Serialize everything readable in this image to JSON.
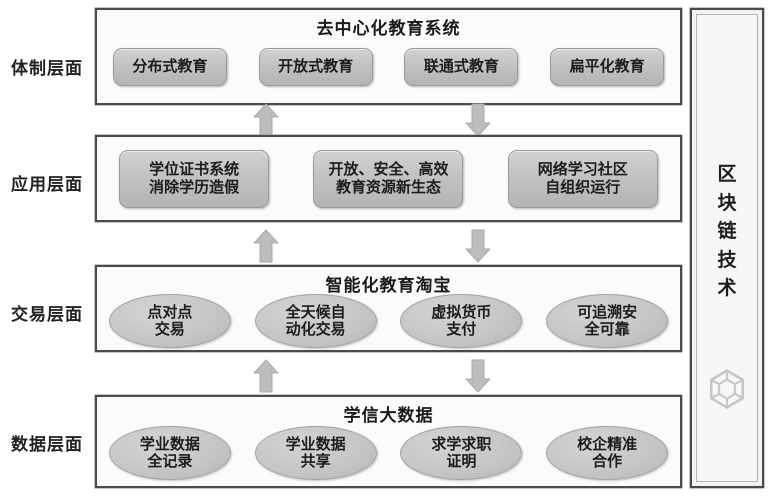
{
  "diagram": {
    "title_hidden": "",
    "layers": [
      {
        "label": "体制层面",
        "title": "去中心化教育系统",
        "node_shape": "rounded-rect",
        "nodes": [
          {
            "lines": [
              "分布式教育"
            ]
          },
          {
            "lines": [
              "开放式教育"
            ]
          },
          {
            "lines": [
              "联通式教育"
            ]
          },
          {
            "lines": [
              "扁平化教育"
            ]
          }
        ]
      },
      {
        "label": "应用层面",
        "title": "",
        "node_shape": "rounded-rect",
        "nodes": [
          {
            "lines": [
              "学位证书系统",
              "消除学历造假"
            ]
          },
          {
            "lines": [
              "开放、安全、高效",
              "教育资源新生态"
            ]
          },
          {
            "lines": [
              "网络学习社区",
              "自组织运行"
            ]
          }
        ]
      },
      {
        "label": "交易层面",
        "title": "智能化教育淘宝",
        "node_shape": "ellipse",
        "nodes": [
          {
            "lines": [
              "点对点",
              "交易"
            ]
          },
          {
            "lines": [
              "全天候自",
              "动化交易"
            ]
          },
          {
            "lines": [
              "虚拟货币",
              "支付"
            ]
          },
          {
            "lines": [
              "可追溯安",
              "全可靠"
            ]
          }
        ]
      },
      {
        "label": "数据层面",
        "title": "学信大数据",
        "node_shape": "ellipse",
        "nodes": [
          {
            "lines": [
              "学业数据",
              "全记录"
            ]
          },
          {
            "lines": [
              "学业数据",
              "共享"
            ]
          },
          {
            "lines": [
              "求学求职",
              "证明"
            ]
          },
          {
            "lines": [
              "校企精准",
              "合作"
            ]
          }
        ]
      }
    ],
    "connectors": [
      {
        "direction": "up",
        "between": "应用层面→体制层面"
      },
      {
        "direction": "down",
        "between": "体制层面→应用层面"
      },
      {
        "direction": "up",
        "between": "交易层面→应用层面"
      },
      {
        "direction": "down",
        "between": "应用层面→交易层面"
      },
      {
        "direction": "up",
        "between": "数据层面→交易层面"
      },
      {
        "direction": "down",
        "between": "交易层面→数据层面"
      }
    ],
    "sidebar": {
      "characters": [
        "区",
        "块",
        "链",
        "技",
        "术"
      ],
      "icon": "hexagon-blockchain-icon"
    },
    "colors": {
      "frame_border": "#4a4a4a",
      "node_fill": "#c2c2c2",
      "node_border": "#9a9a9a",
      "arrow_fill": "#bdbdbd",
      "arrow_border": "#a8a8a8",
      "page_background": "#ffffff",
      "text": "#1a1a1a"
    }
  }
}
